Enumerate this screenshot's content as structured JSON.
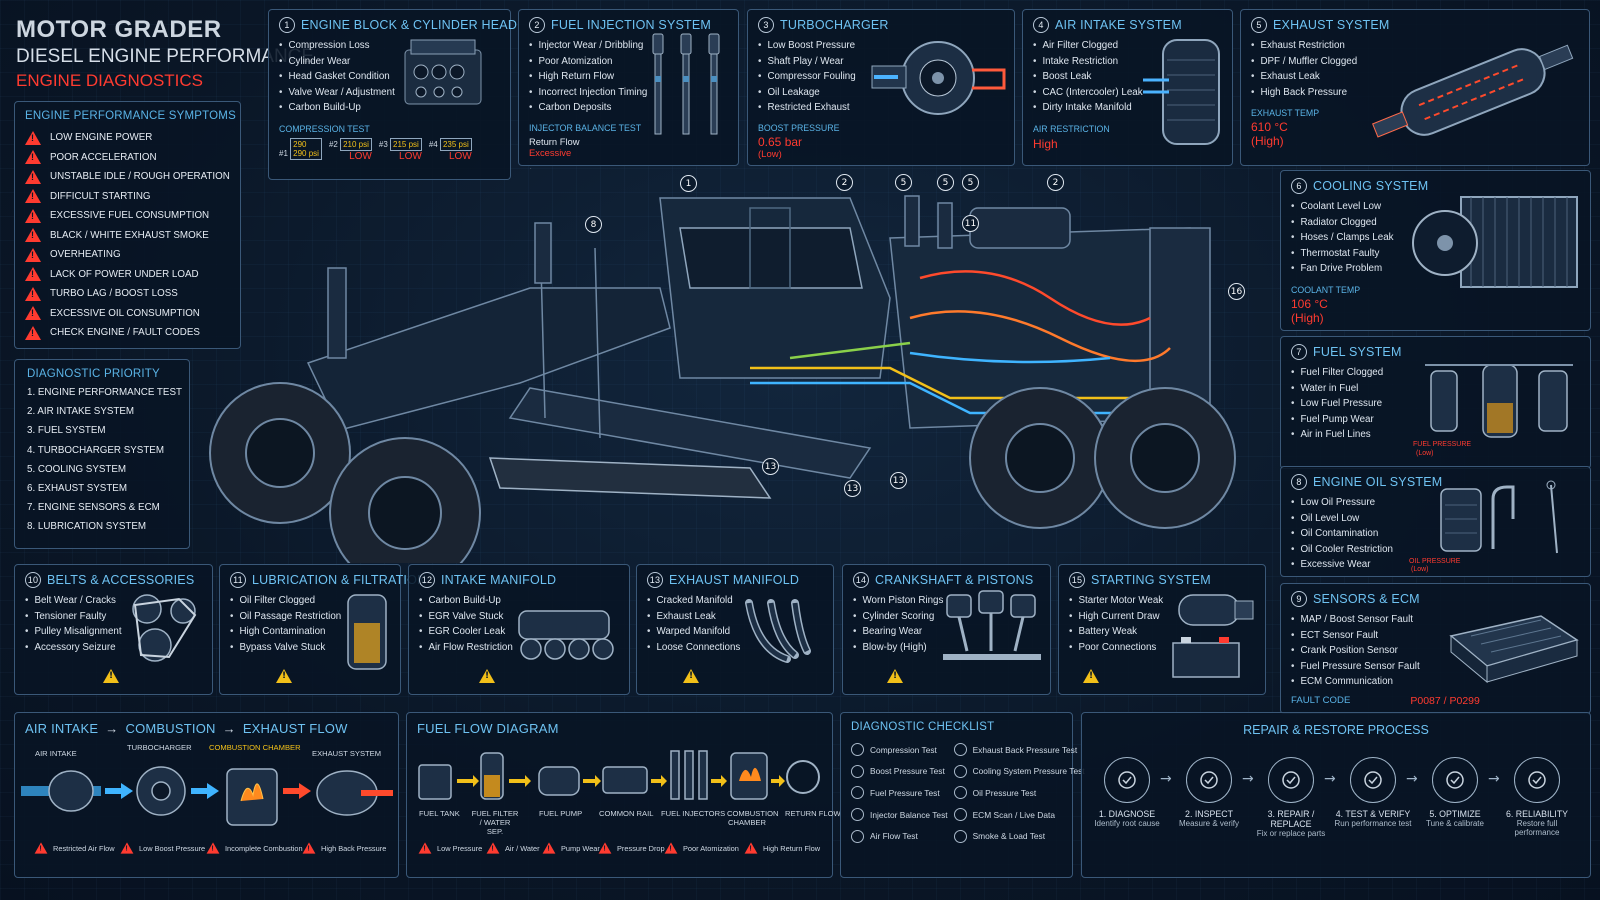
{
  "header": {
    "title": "MOTOR GRADER",
    "subtitle": "DIESEL ENGINE PERFORMANCE",
    "tag": "ENGINE DIAGNOSTICS"
  },
  "symptoms": {
    "title": "ENGINE PERFORMANCE SYMPTOMS",
    "items": [
      "LOW ENGINE POWER",
      "POOR ACCELERATION",
      "UNSTABLE IDLE / ROUGH OPERATION",
      "DIFFICULT STARTING",
      "EXCESSIVE FUEL CONSUMPTION",
      "BLACK / WHITE EXHAUST SMOKE",
      "OVERHEATING",
      "LACK OF POWER UNDER LOAD",
      "TURBO LAG / BOOST LOSS",
      "EXCESSIVE OIL CONSUMPTION",
      "CHECK ENGINE / FAULT CODES"
    ]
  },
  "priority": {
    "title": "DIAGNOSTIC PRIORITY",
    "items": [
      "1.   ENGINE PERFORMANCE TEST",
      "2.   AIR INTAKE SYSTEM",
      "3.   FUEL SYSTEM",
      "4.   TURBOCHARGER SYSTEM",
      "5.   COOLING SYSTEM",
      "6.   EXHAUST SYSTEM",
      "7.   ENGINE SENSORS & ECM",
      "8.   LUBRICATION SYSTEM"
    ]
  },
  "p1": {
    "num": "1",
    "title": "ENGINE BLOCK & CYLINDER HEAD",
    "items": [
      "Compression Loss",
      "Cylinder Wear",
      "Head Gasket Condition",
      "Valve Wear / Adjustment",
      "Carbon Build-Up"
    ],
    "label": "COMPRESSION TEST",
    "cyl": [
      {
        "id": "#1",
        "v": "290",
        "v2": "290 psi",
        "s": ""
      },
      {
        "id": "#2",
        "v": "210 psi",
        "s": "LOW"
      },
      {
        "id": "#3",
        "v": "215 psi",
        "s": "LOW"
      },
      {
        "id": "#4",
        "v": "235 psi",
        "s": "LOW"
      }
    ]
  },
  "p2": {
    "num": "2",
    "title": "FUEL INJECTION SYSTEM",
    "items": [
      "Injector Wear / Dribbling",
      "Poor Atomization",
      "High Return Flow",
      "Incorrect Injection Timing",
      "Carbon Deposits"
    ],
    "label": "INJECTOR BALANCE TEST",
    "v1": "Return Flow",
    "v2": "Excessive"
  },
  "p3": {
    "num": "3",
    "title": "TURBOCHARGER",
    "items": [
      "Low Boost Pressure",
      "Shaft Play / Wear",
      "Compressor Fouling",
      "Oil Leakage",
      "Restricted Exhaust"
    ],
    "label": "BOOST PRESSURE",
    "v1": "0.65 bar",
    "v2": "(Low)"
  },
  "p4": {
    "num": "4",
    "title": "AIR INTAKE SYSTEM",
    "items": [
      "Air Filter Clogged",
      "Intake Restriction",
      "Boost Leak",
      "CAC (Intercooler) Leak",
      "Dirty Intake Manifold"
    ],
    "label": "AIR RESTRICTION",
    "v1": "High"
  },
  "p5": {
    "num": "5",
    "title": "EXHAUST SYSTEM",
    "items": [
      "Exhaust Restriction",
      "DPF / Muffler Clogged",
      "Exhaust Leak",
      "High Back Pressure"
    ],
    "label": "EXHAUST TEMP",
    "v1": "610 °C",
    "v2": "(High)"
  },
  "p6": {
    "num": "6",
    "title": "COOLING SYSTEM",
    "items": [
      "Coolant Level Low",
      "Radiator Clogged",
      "Hoses / Clamps Leak",
      "Thermostat Faulty",
      "Fan Drive Problem"
    ],
    "label": "COOLANT TEMP",
    "v1": "106 °C",
    "v2": "(High)"
  },
  "p7": {
    "num": "7",
    "title": "FUEL SYSTEM",
    "items": [
      "Fuel Filter Clogged",
      "Water in Fuel",
      "Low Fuel Pressure",
      "Fuel Pump Wear",
      "Air in Fuel Lines"
    ],
    "v1": "FUEL PRESSURE",
    "v2": "(Low)"
  },
  "p8": {
    "num": "8",
    "title": "ENGINE OIL SYSTEM",
    "items": [
      "Low Oil Pressure",
      "Oil Level Low",
      "Oil Contamination",
      "Oil Cooler Restriction",
      "Excessive Wear"
    ],
    "v1": "OIL PRESSURE",
    "v2": "(Low)"
  },
  "p9": {
    "num": "9",
    "title": "SENSORS & ECM",
    "items": [
      "MAP / Boost Sensor Fault",
      "ECT Sensor Fault",
      "Crank Position Sensor",
      "Fuel Pressure Sensor Fault",
      "ECM Communication"
    ],
    "label": "FAULT CODE",
    "v1": "P0087 / P0299"
  },
  "p10": {
    "num": "10",
    "title": "BELTS & ACCESSORIES",
    "items": [
      "Belt Wear / Cracks",
      "Tensioner Faulty",
      "Pulley Misalignment",
      "Accessory Seizure"
    ]
  },
  "p11": {
    "num": "11",
    "title": "LUBRICATION & FILTRATION",
    "items": [
      "Oil Filter Clogged",
      "Oil Passage Restriction",
      "High Contamination",
      "Bypass Valve Stuck"
    ]
  },
  "p12": {
    "num": "12",
    "title": "INTAKE MANIFOLD",
    "items": [
      "Carbon Build-Up",
      "EGR Valve Stuck",
      "EGR Cooler Leak",
      "Air Flow Restriction"
    ]
  },
  "p13": {
    "num": "13",
    "title": "EXHAUST MANIFOLD",
    "items": [
      "Cracked Manifold",
      "Exhaust Leak",
      "Warped Manifold",
      "Loose Connections"
    ]
  },
  "p14": {
    "num": "14",
    "title": "CRANKSHAFT & PISTONS",
    "items": [
      "Worn Piston Rings",
      "Cylinder Scoring",
      "Bearing Wear",
      "Blow-by (High)"
    ]
  },
  "p15": {
    "num": "15",
    "title": "STARTING SYSTEM",
    "items": [
      "Starter Motor Weak",
      "High Current Draw",
      "Battery Weak",
      "Poor Connections"
    ]
  },
  "airflow": {
    "t1": "AIR INTAKE",
    "t2": "COMBUSTION",
    "t3": "EXHAUST FLOW",
    "arrow": "→",
    "labels": [
      "AIR INTAKE",
      "TURBOCHARGER",
      "COMBUSTION CHAMBER",
      "EXHAUST SYSTEM"
    ],
    "warns": [
      "Restricted Air Flow",
      "Low Boost Pressure",
      "Incomplete Combustion",
      "High Back Pressure"
    ]
  },
  "fuelflow": {
    "title": "FUEL FLOW DIAGRAM",
    "labels": [
      "FUEL TANK",
      "FUEL FILTER / WATER SEP.",
      "FUEL PUMP",
      "COMMON RAIL",
      "FUEL INJECTORS",
      "COMBUSTION CHAMBER",
      "RETURN FLOW"
    ],
    "warns": [
      "Low Pressure",
      "Air / Water",
      "Pump Wear",
      "Pressure Drop",
      "Poor Atomization",
      "High Return Flow"
    ]
  },
  "checklist": {
    "title": "DIAGNOSTIC CHECKLIST",
    "left": [
      "Compression Test",
      "Boost Pressure Test",
      "Fuel Pressure Test",
      "Injector Balance Test",
      "Air Flow Test"
    ],
    "right": [
      "Exhaust Back Pressure Test",
      "Cooling System Pressure Test",
      "Oil Pressure Test",
      "ECM Scan / Live Data",
      "Smoke & Load Test"
    ]
  },
  "repair": {
    "title": "REPAIR & RESTORE PROCESS",
    "steps": [
      {
        "t": "1. DIAGNOSE",
        "d": "Identify root cause"
      },
      {
        "t": "2. INSPECT",
        "d": "Measure & verify"
      },
      {
        "t": "3. REPAIR / REPLACE",
        "d": "Fix or replace parts"
      },
      {
        "t": "4. TEST & VERIFY",
        "d": "Run performance test"
      },
      {
        "t": "5. OPTIMIZE",
        "d": "Tune & calibrate"
      },
      {
        "t": "6. RELIABILITY",
        "d": "Restore full performance"
      }
    ]
  },
  "callouts": [
    "1",
    "2",
    "5",
    "5",
    "5",
    "2",
    "8",
    "11",
    "16",
    "13",
    "13",
    "13"
  ],
  "colors": {
    "accent": "#6ec2f2",
    "alert": "#ff3b30",
    "warn": "#f2c019",
    "title": "#ff3b30"
  }
}
